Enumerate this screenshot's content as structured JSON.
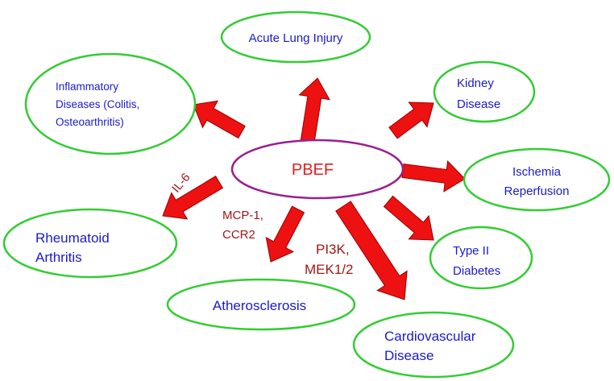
{
  "center": {
    "label": "PBEF"
  },
  "nodes": [
    {
      "id": "acute-lung-injury",
      "lines": [
        "Acute Lung Injury"
      ]
    },
    {
      "id": "inflammatory-diseases",
      "lines": [
        "Inflammatory",
        "Diseases (Colitis,",
        "Osteoarthritis)"
      ]
    },
    {
      "id": "kidney-disease",
      "lines": [
        "Kidney",
        "Disease"
      ]
    },
    {
      "id": "ischemia-reperfusion",
      "lines": [
        "Ischemia",
        "Reperfusion"
      ]
    },
    {
      "id": "type-ii-diabetes",
      "lines": [
        "Type II",
        "Diabetes"
      ]
    },
    {
      "id": "rheumatoid-arthritis",
      "lines": [
        "Rheumatoid",
        "Arthritis"
      ]
    },
    {
      "id": "atherosclerosis",
      "lines": [
        "Atherosclerosis"
      ]
    },
    {
      "id": "cardiovascular-disease",
      "lines": [
        "Cardiovascular",
        "Disease"
      ]
    }
  ],
  "edge_labels": {
    "il6": "IL-6",
    "mcp1": [
      "MCP-1,",
      "CCR2"
    ],
    "pi3k": [
      "PI3K,",
      "MEK1/2"
    ]
  },
  "colors": {
    "node_border": "#33cc33",
    "center_border": "#9b1f8f",
    "arrow_fill": "#ee1111",
    "arrow_stroke": "#990000",
    "node_text": "#1a1acc",
    "center_text": "#e02020",
    "edge_label_text": "#a01818"
  }
}
